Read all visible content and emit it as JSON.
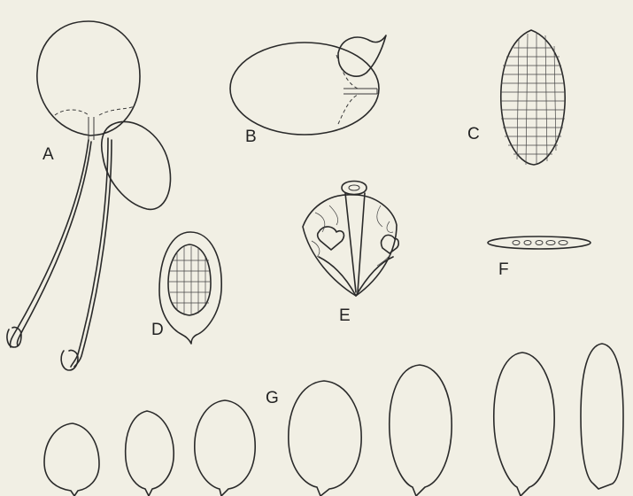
{
  "labels": {
    "a": "A",
    "b": "B",
    "c": "C",
    "d": "D",
    "e": "E",
    "f": "F",
    "g": "G"
  }
}
